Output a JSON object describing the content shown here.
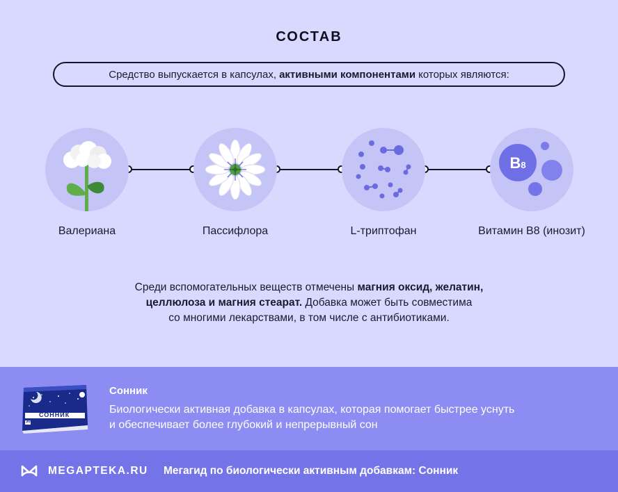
{
  "section": {
    "title": "СОСТАВ"
  },
  "intro": {
    "before": "Средство выпускается в капсулах,",
    "bold": "активными компонентами",
    "after": "которых являются:"
  },
  "ingredients": [
    {
      "label": "Валериана",
      "icon": "valerian-flower-icon"
    },
    {
      "label": "Пассифлора",
      "icon": "passionflower-icon"
    },
    {
      "label": "L-триптофан",
      "icon": "molecules-icon"
    },
    {
      "label": "Витамин В8 (инозит)",
      "icon": "vitamin-b8-icon",
      "badge": "B",
      "badge_sub": "8"
    }
  ],
  "auxiliary": {
    "part1": "Среди вспомогательных веществ отмечены ",
    "bold1": "магния оксид, желатин,",
    "bold2": "целлюлоза и магния стеарат.",
    "part2": " Добавка может быть совместима",
    "part3": "со многими лекарствами, в том числе с антибиотиками."
  },
  "product": {
    "name": "Сонник",
    "desc_line1": "Биологически активная добавка в капсулах, которая помогает быстрее уснуть",
    "desc_line2": "и обеспечивает более глубокий и непрерывный сон",
    "box_brand": "СОННИК",
    "box_count": "30"
  },
  "footer": {
    "logo": "MEGAPTEKA.RU",
    "text": "Мегагид по биологически активным добавкам: Сонник"
  },
  "colors": {
    "page_bg": "#d9d9ff",
    "circle_bg": "#c4c4f7",
    "accent": "#6b6be0",
    "product_band": "#8c8cf2",
    "footer_band": "#7474e8"
  }
}
